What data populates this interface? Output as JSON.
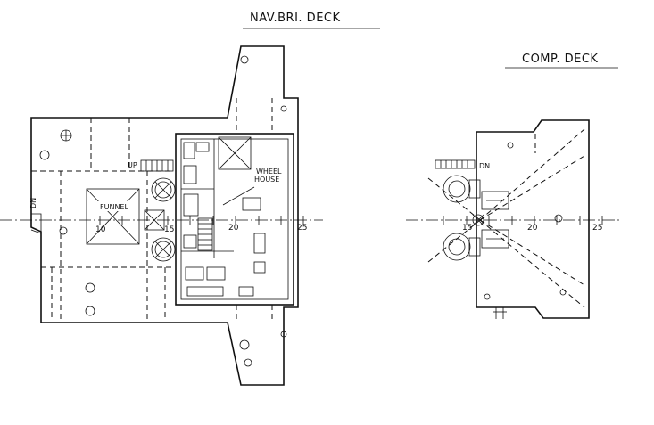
{
  "titles": {
    "nav_bridge_deck": "NAV.BRI. DECK",
    "compass_deck": "COMP. DECK"
  },
  "labels": {
    "funnel": "FUNNEL",
    "wheel_house_line1": "WHEEL",
    "wheel_house_line2": "HOUSE",
    "up": "UP",
    "dn_left": "DN",
    "dn_comp": "DN"
  },
  "frame_numbers": {
    "nav_10": "10",
    "nav_15": "15",
    "nav_20": "20",
    "nav_25": "25",
    "comp_15": "15",
    "comp_20": "20",
    "comp_25": "25"
  }
}
